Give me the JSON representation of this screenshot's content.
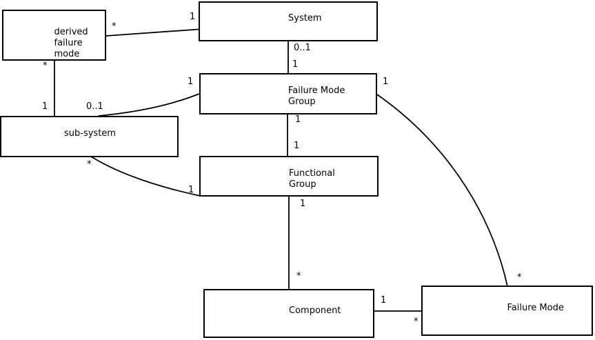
{
  "diagram": {
    "title": "failure-mode-class-diagram",
    "colors": {
      "line": "#000000",
      "background": "#ffffff",
      "box_fill": "#ffffff",
      "text": "#000000"
    },
    "nodes": {
      "derived_failure_mode": {
        "label": "derived\nfailure\nmode"
      },
      "system": {
        "label": "System"
      },
      "failure_mode_group": {
        "label": "Failure Mode\nGroup"
      },
      "sub_system": {
        "label": "sub-system"
      },
      "functional_group": {
        "label": "Functional\nGroup"
      },
      "component": {
        "label": "Component"
      },
      "failure_mode": {
        "label": "Failure Mode"
      }
    },
    "multiplicities": {
      "derived_to_system_src": "*",
      "derived_to_system_dst": "1",
      "system_to_fmg_src": "0..1",
      "system_to_fmg_dst": "1",
      "derived_to_sub_src": "*",
      "derived_to_sub_dst": "1",
      "fmg_to_sub_dst": "0..1",
      "fmg_to_sub_src": "1",
      "fmg_to_fg_src": "1",
      "fmg_to_fg_dst": "1",
      "fg_to_comp_src": "1",
      "fg_to_comp_dst": "*",
      "sub_to_fg_src": "*",
      "sub_to_fg_dst": "1",
      "fmg_to_fm_src": "1",
      "fmg_to_fm_dst": "*",
      "comp_to_fm_src": "1",
      "comp_to_fm_dst": "*"
    }
  }
}
